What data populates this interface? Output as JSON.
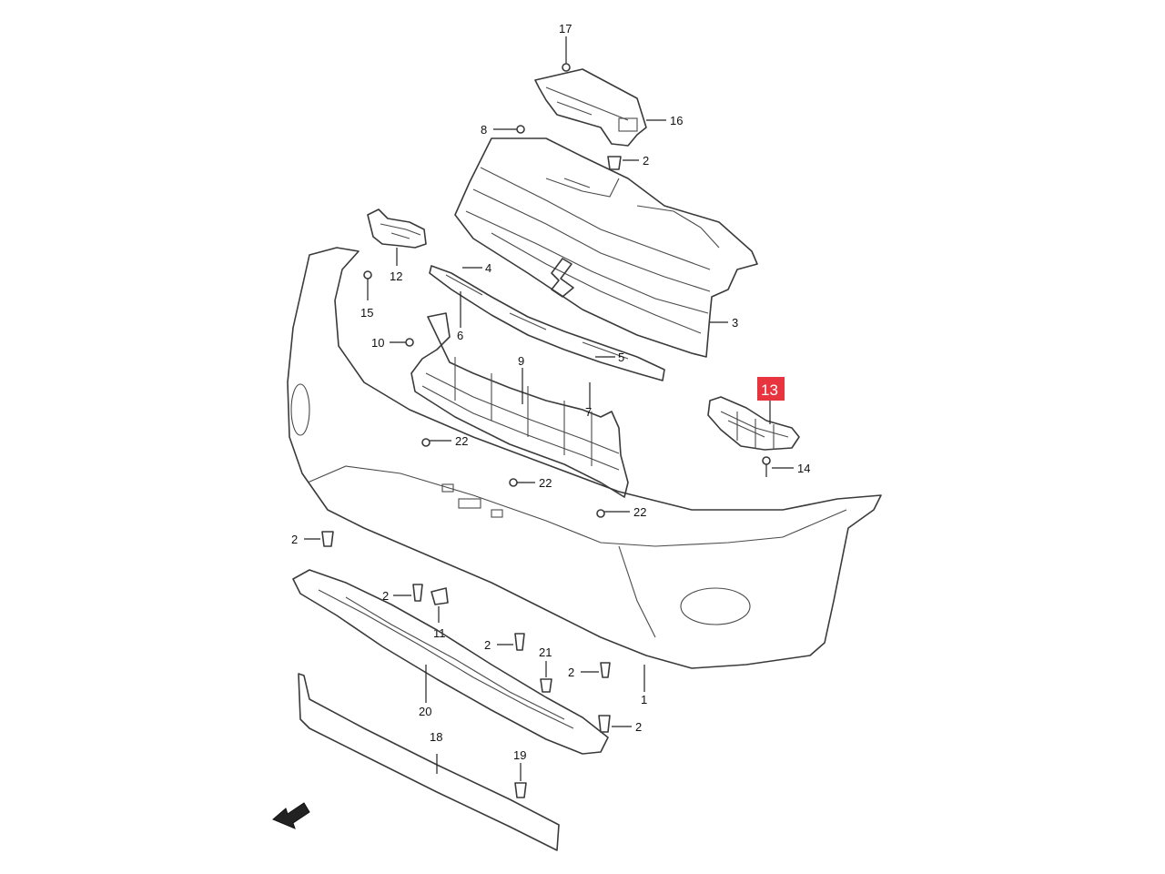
{
  "highlight": {
    "color": "#e8343f",
    "text_color": "#ffffff"
  },
  "labels": {
    "l17": "17",
    "l16": "16",
    "l8": "8",
    "l2a": "2",
    "l12": "12",
    "l15": "15",
    "l4": "4",
    "l3": "3",
    "l10": "10",
    "l6": "6",
    "l5": "5",
    "l9": "9",
    "l7": "7",
    "l13": "13",
    "l14": "14",
    "l22a": "22",
    "l22b": "22",
    "l22c": "22",
    "l2b": "2",
    "l2c": "2",
    "l11": "11",
    "l2d": "2",
    "l21": "21",
    "l2e": "2",
    "l1": "1",
    "l20": "20",
    "l2f": "2",
    "l18": "18",
    "l19": "19"
  },
  "icons": {
    "front_arrow": "front-direction-arrow-icon"
  }
}
